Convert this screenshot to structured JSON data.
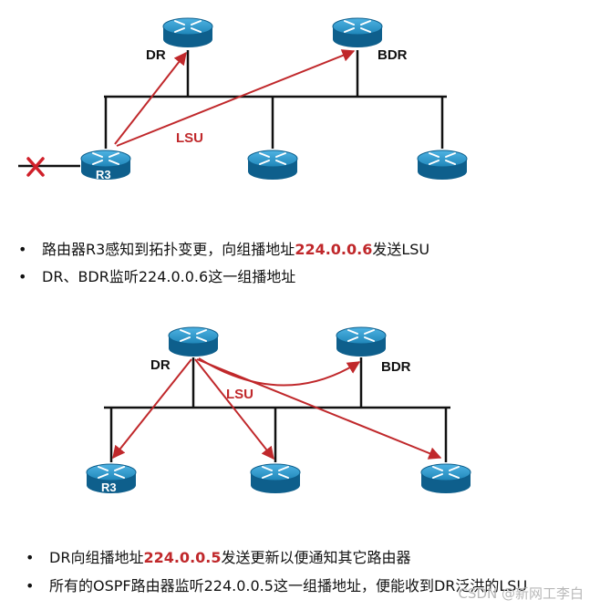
{
  "diagram1": {
    "dr_label": "DR",
    "bdr_label": "BDR",
    "lsu_label": "LSU",
    "r3_label": "R3"
  },
  "bullets1": [
    {
      "pre": "路由器R3感知到拓扑变更，向组播地址",
      "hl": "224.0.0.6",
      "post": "发送LSU"
    },
    {
      "pre": "DR、BDR监听224.0.0.6这一组播地址",
      "hl": "",
      "post": ""
    }
  ],
  "diagram2": {
    "dr_label": "DR",
    "bdr_label": "BDR",
    "lsu_label": "LSU",
    "r3_label": "R3"
  },
  "bullets2": [
    {
      "pre": "DR向组播地址",
      "hl": "224.0.0.5",
      "post": "发送更新以便通知其它路由器"
    },
    {
      "pre": "所有的OSPF路由器监听224.0.0.5这一组播地址，便能收到DR泛洪的LSU",
      "hl": "",
      "post": ""
    }
  ],
  "watermark": "CSDN @新网工李白",
  "colors": {
    "arrow": "#c0282b",
    "router": "#1f86b9",
    "line": "#111111"
  }
}
